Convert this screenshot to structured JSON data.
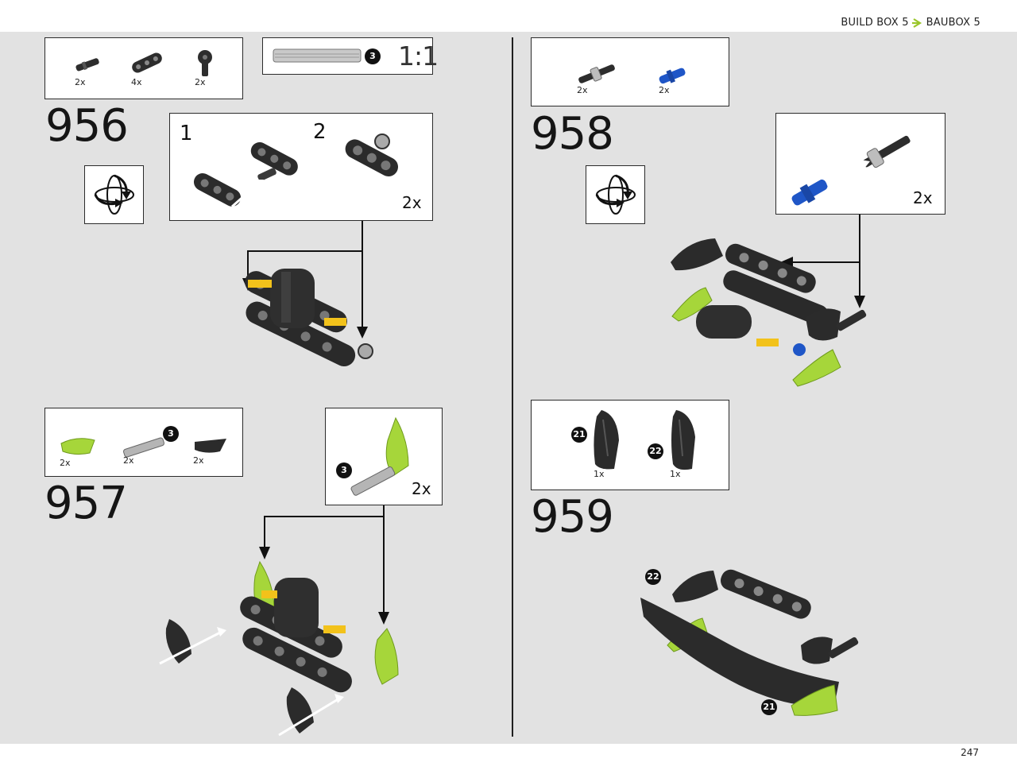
{
  "header": {
    "build_box": "BUILD BOX 5",
    "baubox": "BAUBOX 5",
    "accent": "#9ac62b"
  },
  "steps": {
    "s956": {
      "number": "956",
      "parts": [
        {
          "qty": "2x",
          "icon": "axle-pin-icon"
        },
        {
          "qty": "4x",
          "icon": "beam-3-icon"
        },
        {
          "qty": "2x",
          "icon": "axle-connector-icon"
        }
      ],
      "scale": {
        "label": "1:1",
        "badge": "3",
        "icon": "axle-3-icon"
      },
      "sub_labels": [
        "1",
        "2"
      ],
      "multiplier": "2x"
    },
    "s957": {
      "number": "957",
      "parts": [
        {
          "qty": "2x",
          "icon": "lime-panel-icon"
        },
        {
          "qty": "2x",
          "icon": "axle-3-icon",
          "badge": "3"
        },
        {
          "qty": "2x",
          "icon": "black-panel-icon"
        }
      ],
      "callout": {
        "badge": "3",
        "multiplier": "2x"
      }
    },
    "s958": {
      "number": "958",
      "parts": [
        {
          "qty": "2x",
          "icon": "axle-pin-bush-icon"
        },
        {
          "qty": "2x",
          "icon": "blue-pin-icon"
        }
      ],
      "multiplier": "2x"
    },
    "s959": {
      "number": "959",
      "parts": [
        {
          "qty": "1x",
          "icon": "fairing-left-icon",
          "badge": "21"
        },
        {
          "qty": "1x",
          "icon": "fairing-right-icon",
          "badge": "22"
        }
      ],
      "labels": [
        "22",
        "21"
      ]
    }
  },
  "page_number": "247",
  "colors": {
    "background": "#e2e2e2",
    "lime": "#a6d63a",
    "dark": "#2a2a2a",
    "yellow": "#f2c21b",
    "blue": "#1f56c7"
  }
}
